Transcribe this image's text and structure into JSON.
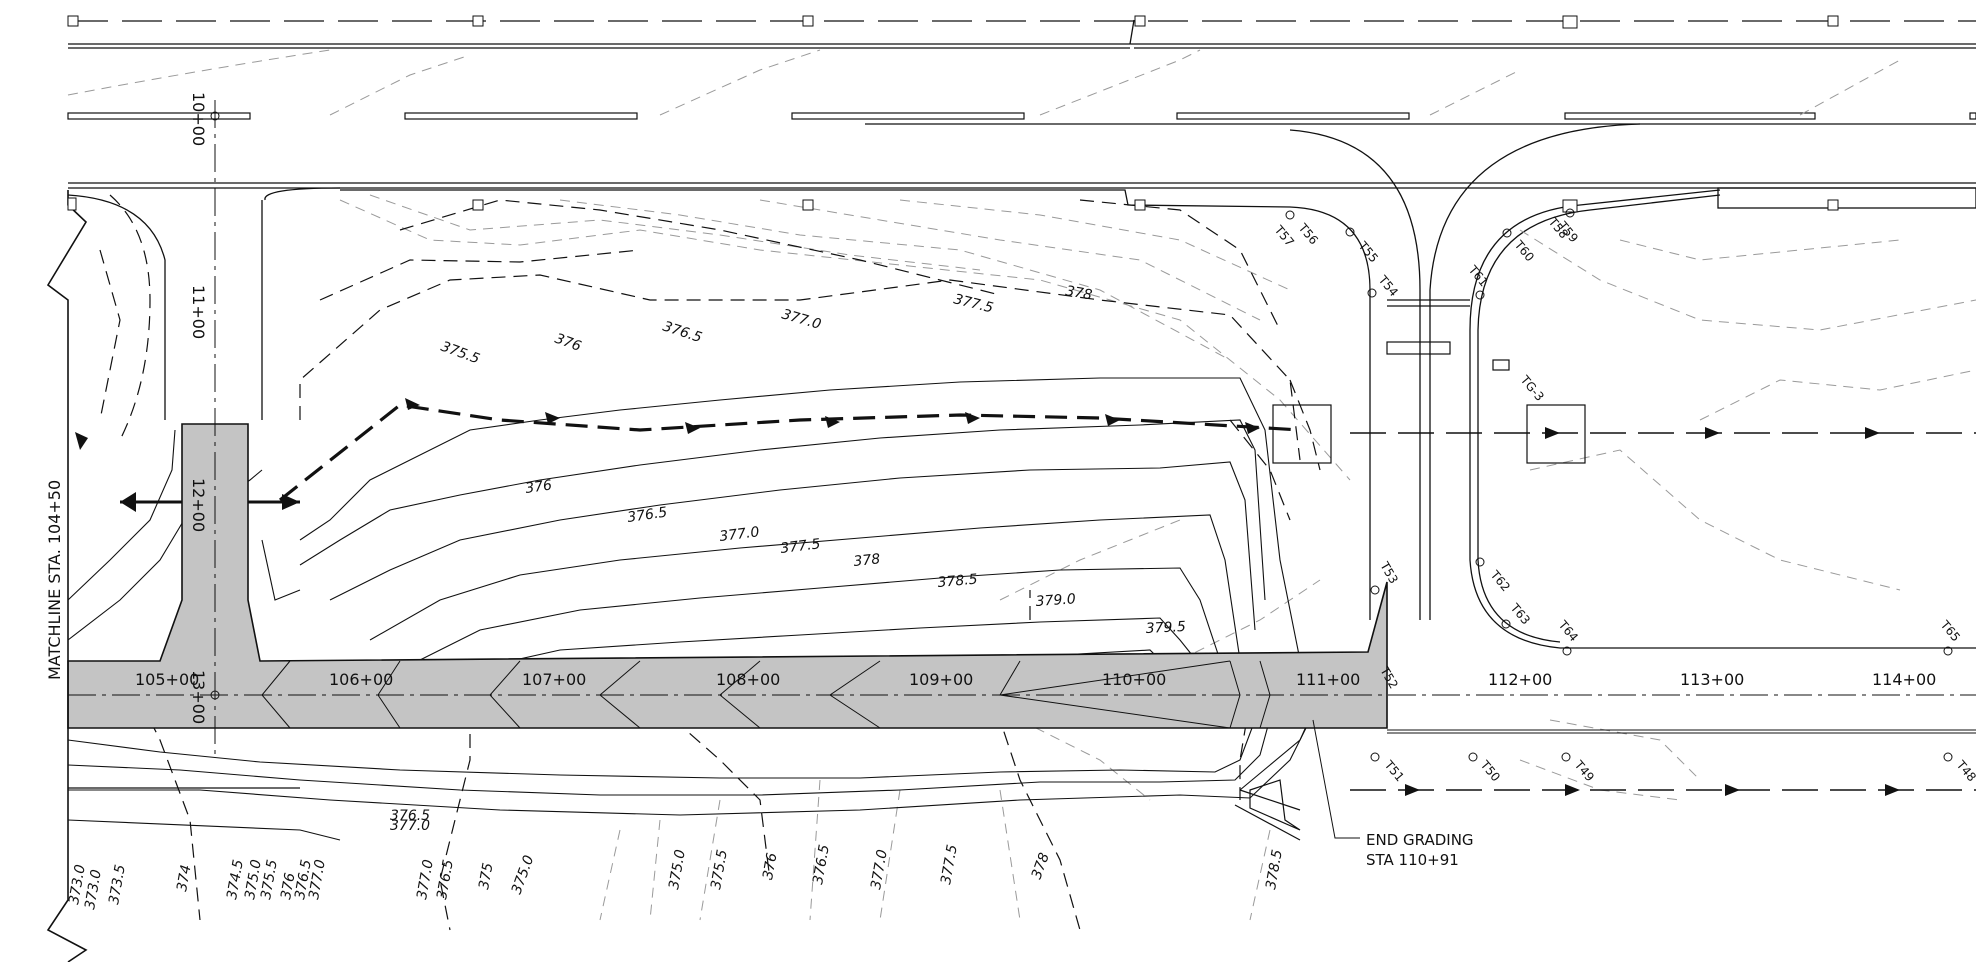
{
  "sheet": {
    "matchline": "MATCHLINE STA. 104+50",
    "end_grading": [
      "END GRADING",
      "STA 110+91"
    ]
  },
  "stations": [
    "105+00",
    "106+00",
    "107+00",
    "108+00",
    "109+00",
    "110+00",
    "111+00",
    "112+00",
    "113+00",
    "114+00"
  ],
  "cross_stations": [
    "10+00",
    "11+00",
    "12+00",
    "13+00"
  ],
  "contours": {
    "major": [
      "376",
      "376.5",
      "377.0",
      "377.5",
      "378",
      "378.5",
      "379.0",
      "379.5"
    ],
    "upper": [
      "375.5",
      "376",
      "376.5",
      "377.0",
      "377.5",
      "378"
    ],
    "lower_left": [
      "373.0",
      "373.0",
      "373.5",
      "374",
      "374.5",
      "375.0",
      "375.5",
      "376",
      "376.5",
      "377.0"
    ],
    "lower_mid": [
      "377.0",
      "376.5",
      "375",
      "375.0",
      "375.0",
      "375.5",
      "376",
      "376.5",
      "377.0",
      "377.5",
      "378",
      "378.5"
    ],
    "small": [
      "376.5",
      "377.0"
    ]
  },
  "trees": [
    "T56",
    "T57",
    "T55",
    "T54",
    "T58",
    "T59",
    "T60",
    "T61",
    "T62",
    "T63",
    "T64",
    "T65",
    "T53",
    "T52",
    "T51",
    "T50",
    "T49",
    "T48",
    "TG-3"
  ],
  "colors": {
    "line": "#111111",
    "fill": "#c4c4c4",
    "dashed_gray": "#9a9a9a"
  }
}
